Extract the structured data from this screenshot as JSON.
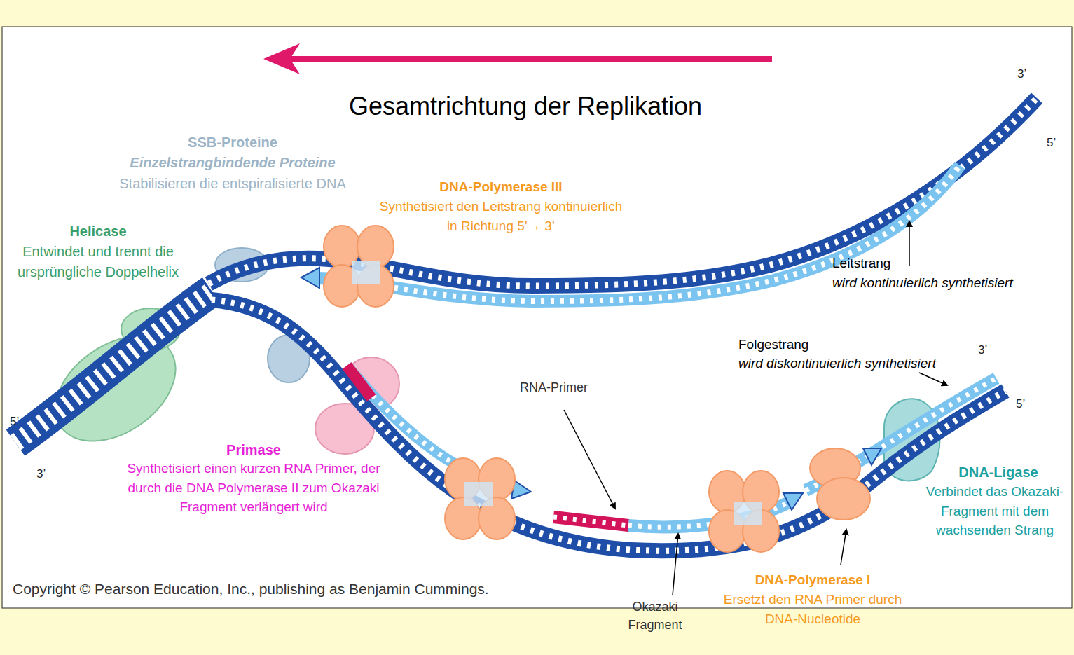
{
  "diagram": {
    "title": "Gesamtrichtung der Replikation",
    "labels": [
      "SSB-Proteine",
      "Einzelstrangbindende Proteine",
      "Stabilisieren die entspiralisierte DNA",
      "DNA-Polymerase III",
      "Synthetisiert den Leitstrang kontinuierlich in Richtung 5’→ 3’",
      "3’",
      "5’",
      "Helicase",
      "Entwindet und trennt die ursprüngliche Doppelhelix",
      "Leitstrang",
      "wird kontinuierlich synthetisiert",
      "Folgestrang",
      "wird diskontinuierlich synthetisiert",
      "3’",
      "5’",
      "RNA-Primer",
      "5’",
      "3’",
      "Primase",
      "Synthetisiert einen kurzen RNA Primer, der durch die DNA Polymerase II zum Okazaki Fragment verlängert wird",
      "DNA-Ligase",
      "Verbindet das Okazaki-Fragment mit dem wachsenden Strang",
      "Copyright © Pearson Education, Inc., publishing as Benjamin Cummings.",
      "Okazaki Fragment",
      "DNA-Polymerase I",
      "Ersetzt den RNA Primer durch DNA-Nucleotide"
    ]
  }
}
